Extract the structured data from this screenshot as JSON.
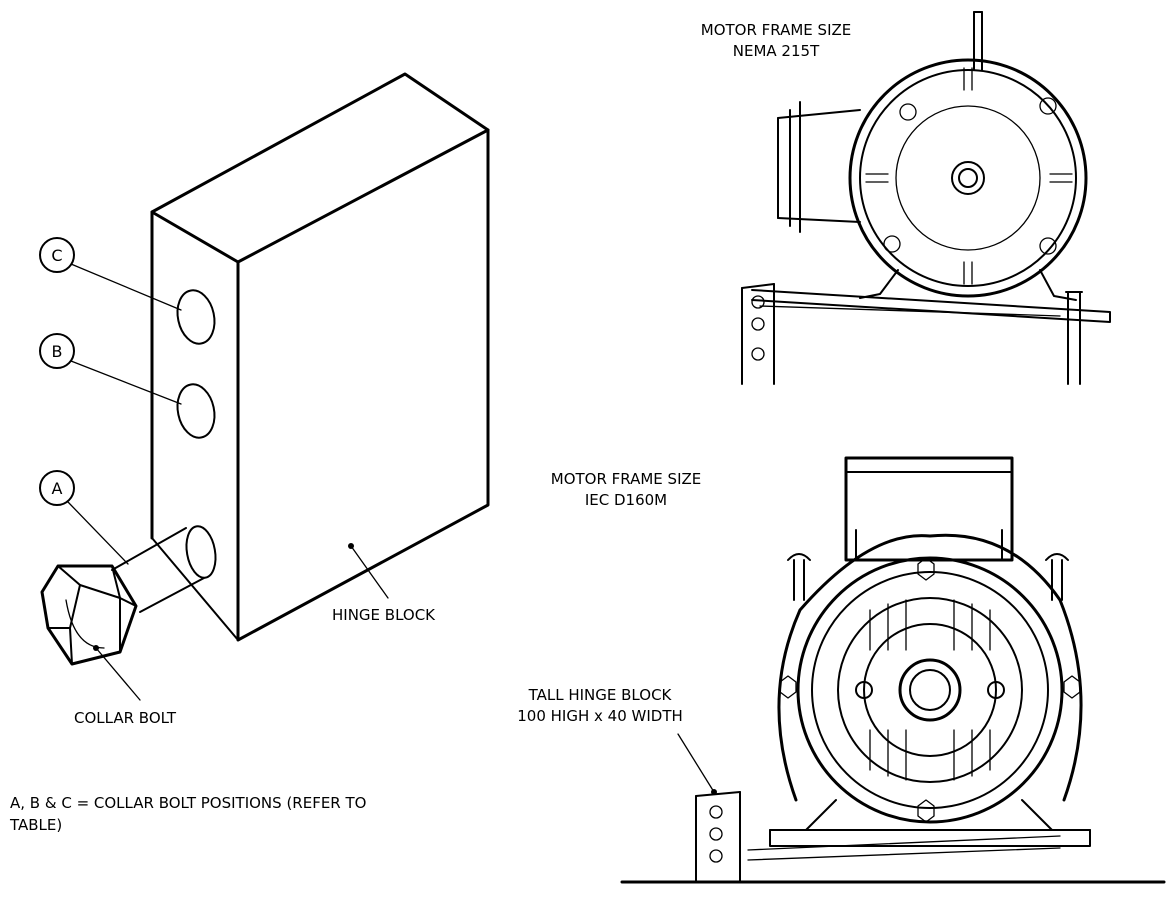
{
  "callouts": {
    "c": "C",
    "b": "B",
    "a": "A"
  },
  "labels": {
    "collar_bolt": "COLLAR BOLT",
    "hinge_block": "HINGE BLOCK",
    "nema_line1": "MOTOR FRAME SIZE",
    "nema_line2": "NEMA 215T",
    "iec_line1": "MOTOR FRAME SIZE",
    "iec_line2": "IEC D160M",
    "tall_line1": "TALL HINGE BLOCK",
    "tall_line2": "100 HIGH x 40 WIDTH",
    "note_line1": "A, B & C = COLLAR BOLT POSITIONS (REFER TO",
    "note_line2": "TABLE)"
  }
}
